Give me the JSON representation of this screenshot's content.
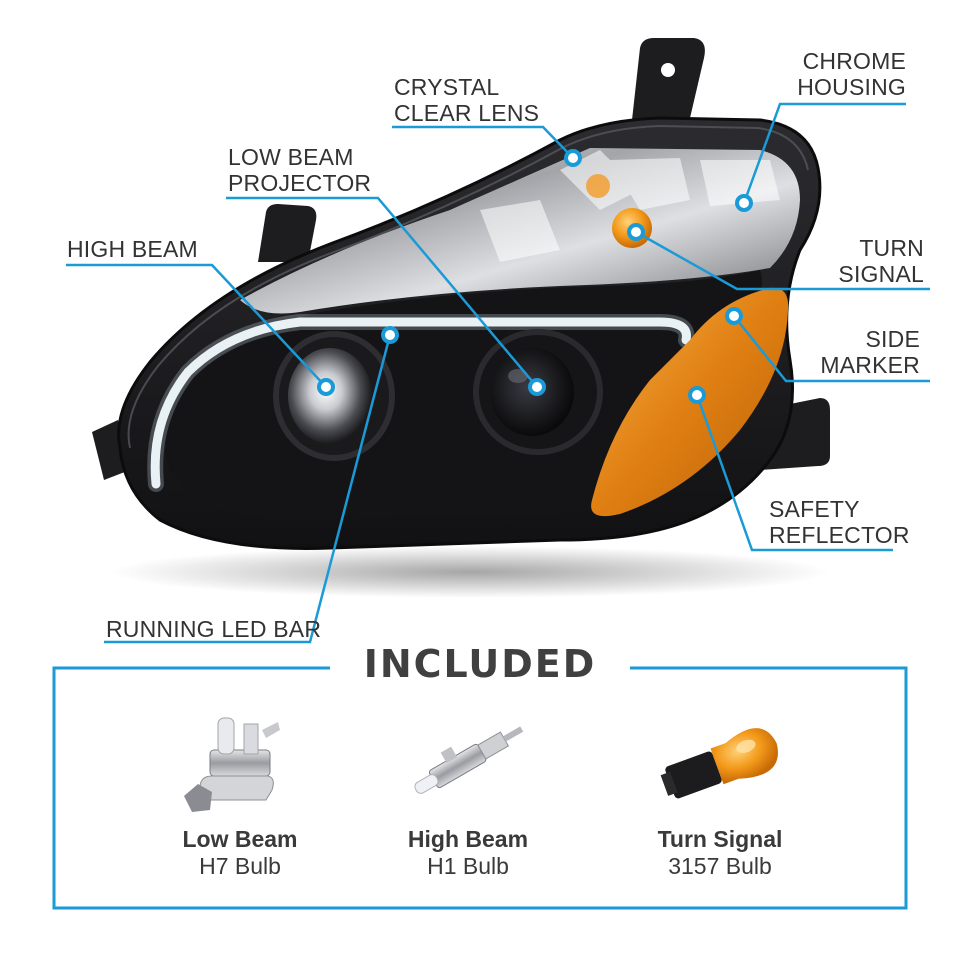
{
  "callouts": {
    "crystal_clear_lens": [
      "CRYSTAL",
      "CLEAR LENS"
    ],
    "chrome_housing": [
      "CHROME",
      "HOUSING"
    ],
    "low_beam_projector": [
      "LOW BEAM",
      "PROJECTOR"
    ],
    "high_beam": [
      "HIGH BEAM"
    ],
    "turn_signal": [
      "TURN",
      "SIGNAL"
    ],
    "side_marker": [
      "SIDE",
      "MARKER"
    ],
    "safety_reflector": [
      "SAFETY",
      "REFLECTOR"
    ],
    "running_led_bar": [
      "RUNNING LED BAR"
    ]
  },
  "included": {
    "title": "INCLUDED",
    "items": [
      {
        "name": "Low Beam",
        "desc": "H7 Bulb",
        "icon": "h7-bulb-icon"
      },
      {
        "name": "High Beam",
        "desc": "H1 Bulb",
        "icon": "h1-bulb-icon"
      },
      {
        "name": "Turn Signal",
        "desc": "3157 Bulb",
        "icon": "3157-bulb-icon"
      }
    ]
  },
  "colors": {
    "accent": "#1a9ad6",
    "amber": "#e8901e",
    "housing": "#1c1c1e",
    "text": "#333333"
  }
}
